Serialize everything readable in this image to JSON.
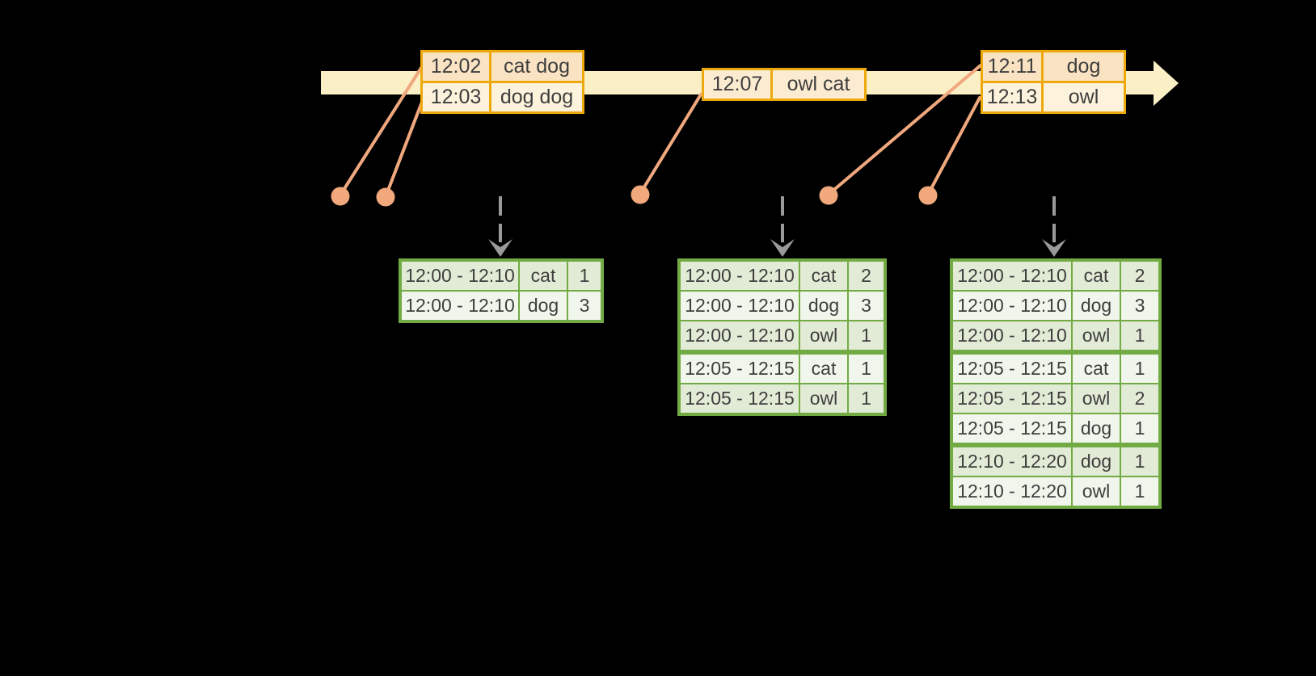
{
  "colors": {
    "background": "#000000",
    "timeline_band": "#fbf0c5",
    "event_table_border": "#eda90b",
    "event_fill_peach": "#fae3c3",
    "event_fill_cream": "#fdf3dc",
    "connector_salmon": "#f0a87e",
    "trigger_arrow_gray": "#9a9a9a",
    "result_table_border": "#72ab44",
    "result_fill_dark": "#e2ebd6",
    "result_fill_light": "#f1f6ec",
    "text": "#3e3e3e"
  },
  "icons": {
    "timeline_arrowhead": "right-arrow-head",
    "event_dot": "filled-circle",
    "trigger_arrow": "dashed-down-arrow"
  },
  "events": [
    {
      "rows": [
        {
          "time": "12:02",
          "words": "cat dog"
        },
        {
          "time": "12:03",
          "words": "dog dog"
        }
      ]
    },
    {
      "rows": [
        {
          "time": "12:07",
          "words": "owl cat"
        }
      ]
    },
    {
      "rows": [
        {
          "time": "12:11",
          "words": "dog"
        },
        {
          "time": "12:13",
          "words": "owl"
        }
      ]
    }
  ],
  "results": [
    {
      "rows": [
        {
          "window": "12:00 - 12:10",
          "word": "cat",
          "count": "1"
        },
        {
          "window": "12:00 - 12:10",
          "word": "dog",
          "count": "3"
        }
      ]
    },
    {
      "rows": [
        {
          "window": "12:00 - 12:10",
          "word": "cat",
          "count": "2"
        },
        {
          "window": "12:00 - 12:10",
          "word": "dog",
          "count": "3"
        },
        {
          "window": "12:00 - 12:10",
          "word": "owl",
          "count": "1"
        },
        {
          "window": "12:05 - 12:15",
          "word": "cat",
          "count": "1"
        },
        {
          "window": "12:05 - 12:15",
          "word": "owl",
          "count": "1"
        }
      ]
    },
    {
      "rows": [
        {
          "window": "12:00 - 12:10",
          "word": "cat",
          "count": "2"
        },
        {
          "window": "12:00 - 12:10",
          "word": "dog",
          "count": "3"
        },
        {
          "window": "12:00 - 12:10",
          "word": "owl",
          "count": "1"
        },
        {
          "window": "12:05 - 12:15",
          "word": "cat",
          "count": "1"
        },
        {
          "window": "12:05 - 12:15",
          "word": "owl",
          "count": "2"
        },
        {
          "window": "12:05 - 12:15",
          "word": "dog",
          "count": "1"
        },
        {
          "window": "12:10 - 12:20",
          "word": "dog",
          "count": "1"
        },
        {
          "window": "12:10 - 12:20",
          "word": "owl",
          "count": "1"
        }
      ]
    }
  ]
}
